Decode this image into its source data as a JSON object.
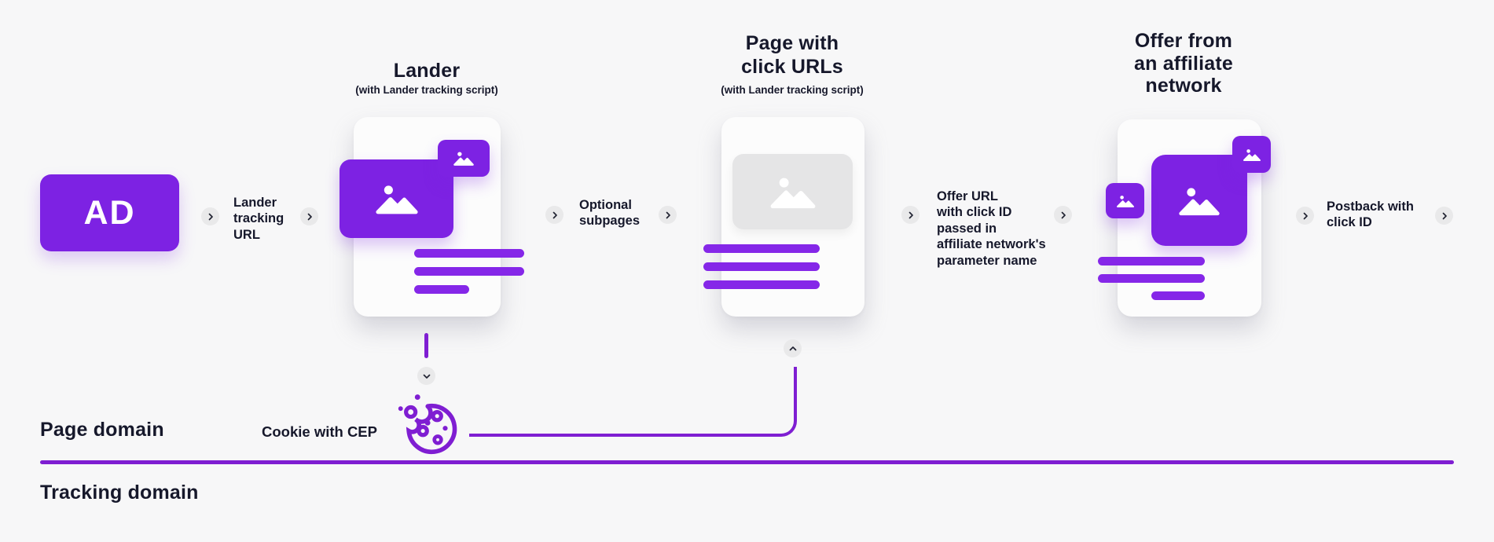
{
  "colors": {
    "accent_purple": "#7d22e3",
    "bar_purple": "#8527e8",
    "line_purple": "#7f1ed2",
    "text_dark": "#16182b",
    "background": "#f7f7f8",
    "card_bg": "#fcfcfc",
    "gray_placeholder": "#e5e5e6",
    "arrow_circle_bg": "#e9e9ea"
  },
  "ad": {
    "label": "AD"
  },
  "nodes": {
    "lander": {
      "title": "Lander",
      "subtitle": "(with Lander tracking script)"
    },
    "click_page": {
      "title": "Page with\nclick URLs",
      "subtitle": "(with Lander tracking script)"
    },
    "offer": {
      "title": "Offer from\nan affiliate\nnetwork"
    }
  },
  "flow_labels": {
    "lander_tracking_url": "Lander\ntracking\nURL",
    "optional_subpages": "Optional\nsubpages",
    "offer_url": "Offer URL\nwith click ID\npassed in\naffiliate network's\nparameter name",
    "postback": "Postback with\nclick ID"
  },
  "annotations": {
    "cookie": "Cookie with CEP",
    "page_domain": "Page domain",
    "tracking_domain": "Tracking domain"
  },
  "icons": {
    "chevron_right": "chevron-right-icon",
    "chevron_down": "chevron-down-icon",
    "chevron_up": "chevron-up-icon",
    "image_placeholder": "image-placeholder-icon",
    "cookie": "cookie-icon"
  }
}
